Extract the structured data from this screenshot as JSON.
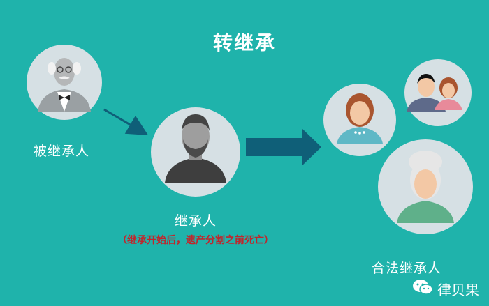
{
  "diagram": {
    "title": "转继承",
    "nodes": {
      "decedent": {
        "label": "被继承人",
        "icon": "elderly-man-icon"
      },
      "heir": {
        "label": "继承人",
        "note": "（继承开始后，遗产分割之前死亡）",
        "icon": "bearded-man-icon"
      },
      "legal_heirs": {
        "label": "合法继承人",
        "icons": [
          "woman-icon",
          "couple-icon",
          "grandmother-icon"
        ]
      }
    },
    "edges": [
      {
        "from": "decedent",
        "to": "heir",
        "style": "thin-arrow"
      },
      {
        "from": "heir",
        "to": "legal_heirs",
        "style": "thick-arrow"
      }
    ]
  },
  "watermark": {
    "text": "律贝果",
    "icon": "wechat-icon"
  },
  "colors": {
    "background": "#1fb3ab",
    "circle": "#d6e0e4",
    "note": "#c0262c",
    "arrow": "#0f5f78"
  }
}
